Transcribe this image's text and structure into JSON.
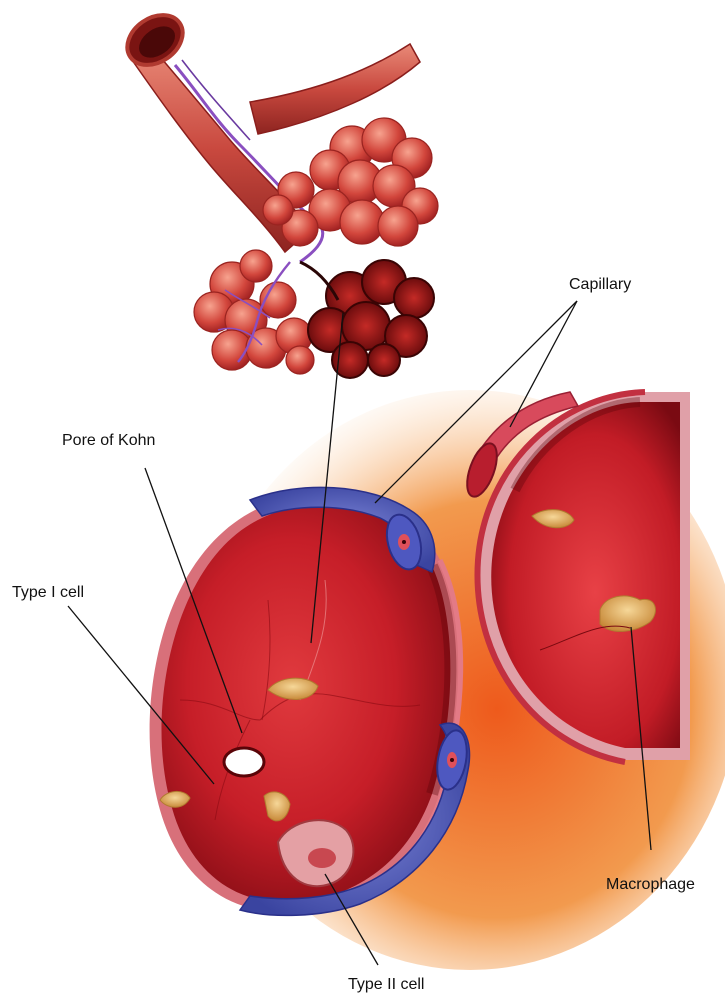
{
  "labels": {
    "capillary": "Capillary",
    "pore_of_kohn": "Pore of Kohn",
    "type_i_cell": "Type I cell",
    "macrophage": "Macrophage",
    "type_ii_cell": "Type II cell"
  },
  "colors": {
    "alveolus_red": "#c8202a",
    "alveolus_dark": "#7d0c12",
    "alveolus_light": "#ef5a5c",
    "capillary_blue": "#4a57b8",
    "capillary_pink": "#d94a5a",
    "interstitium_orange": "#f07a28",
    "cell_gold": "#e0b060",
    "leader_line": "#111111"
  }
}
